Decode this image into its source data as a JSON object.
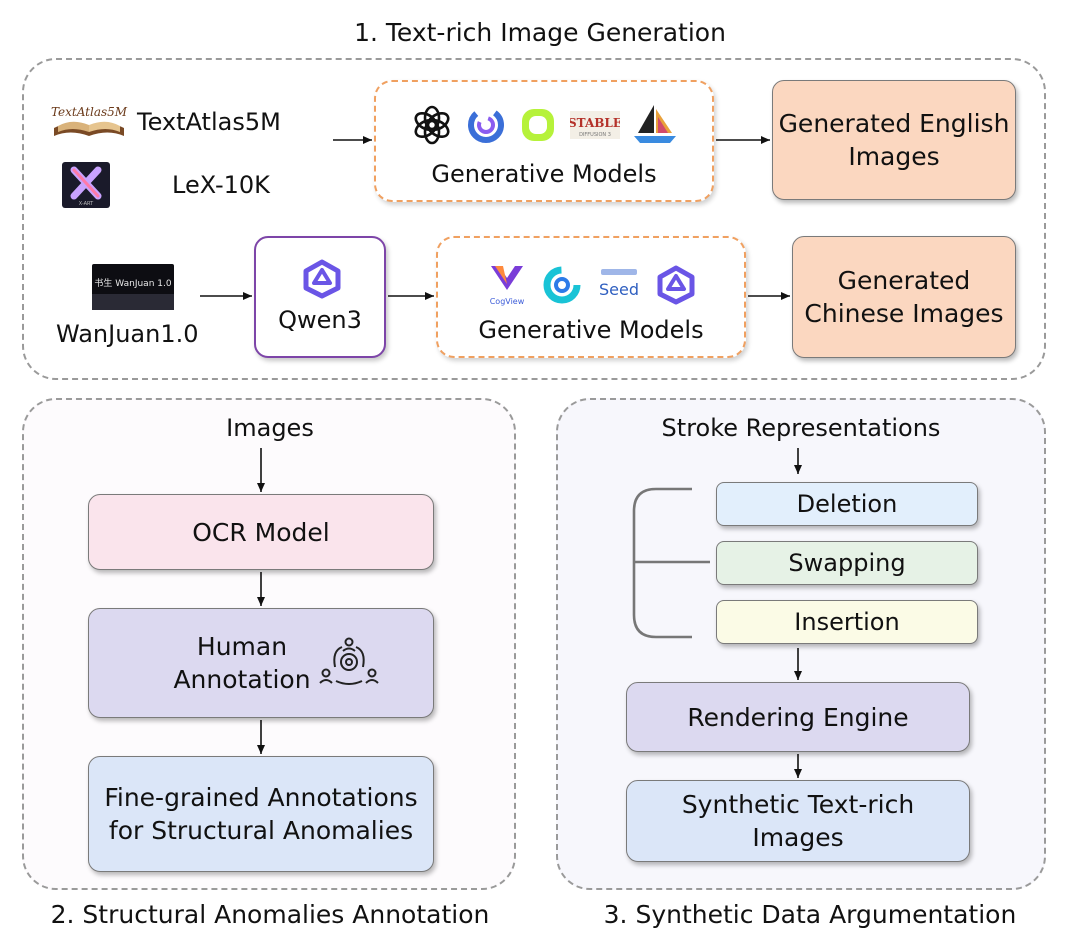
{
  "section1": {
    "title": "1. Text-rich Image Generation",
    "sources_en": [
      {
        "name": "TextAtlas5M",
        "logo_text": "TextAtlas5M"
      },
      {
        "name": "LeX-10K",
        "logo_text": "X-ART"
      }
    ],
    "source_zh": {
      "name": "WanJuan1.0",
      "logo_text": "书生 WanJuan 1.0"
    },
    "qwen_label": "Qwen3",
    "generative_models_en": {
      "label": "Generative Models",
      "logo_texts": [
        "STABLE",
        "DIFFUSION 3"
      ]
    },
    "generative_models_zh": {
      "label": "Generative Models",
      "logo_texts": [
        "CogView",
        "Seed"
      ]
    },
    "output_en": "Generated English Images",
    "output_zh": "Generated Chinese Images"
  },
  "section2": {
    "title": "2. Structural Anomalies Annotation",
    "input_label": "Images",
    "ocr_model": "OCR Model",
    "human_annotation": "Human Annotation",
    "output": "Fine-grained Annotations for Structural Anomalies"
  },
  "section3": {
    "title": "3. Synthetic Data Argumentation",
    "input_label": "Stroke Representations",
    "operations": [
      "Deletion",
      "Swapping",
      "Insertion"
    ],
    "rendering_engine": "Rendering Engine",
    "output": "Synthetic Text-rich Images"
  },
  "colors": {
    "generated_output": "#fbd7c0",
    "ocr_model": "#fae4ec",
    "annotation": "#dcd9f0",
    "final_output": "#dbe6f8",
    "deletion": "#e2effc",
    "swapping": "#e6f2e6",
    "insertion": "#fbfbe6",
    "qwen_border": "#7d45a8"
  }
}
